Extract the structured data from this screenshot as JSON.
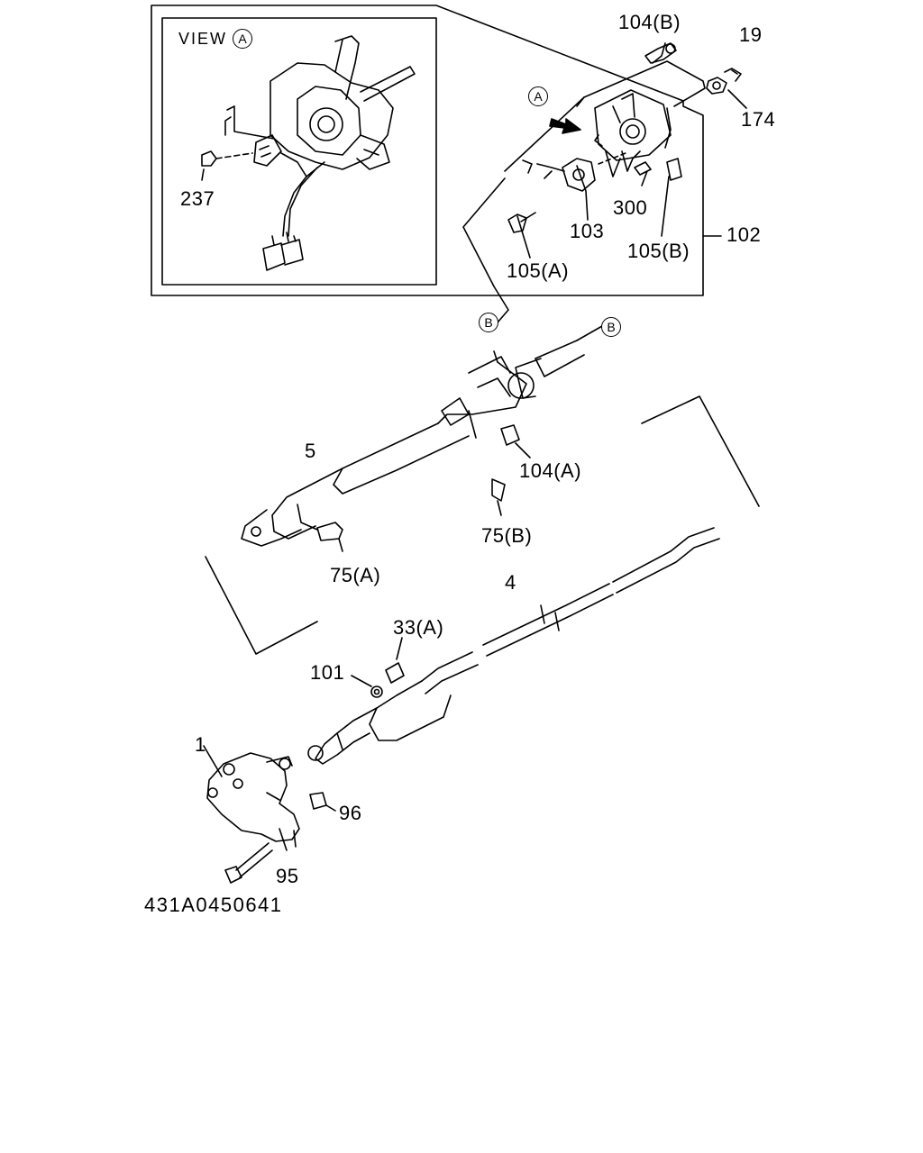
{
  "view_label": "VIEW",
  "view_marker": "A",
  "ref_A": "A",
  "ref_B": "B",
  "drawing_code": "431A0450641",
  "parts": {
    "p104B": "104(B)",
    "p19": "19",
    "p174": "174",
    "p102": "102",
    "p300": "300",
    "p103": "103",
    "p105A": "105(A)",
    "p105B": "105(B)",
    "p237": "237",
    "p5": "5",
    "p104A": "104(A)",
    "p75B": "75(B)",
    "p75A": "75(A)",
    "p4": "4",
    "p33A": "33(A)",
    "p101": "101",
    "p1": "1",
    "p96": "96",
    "p95": "95"
  }
}
